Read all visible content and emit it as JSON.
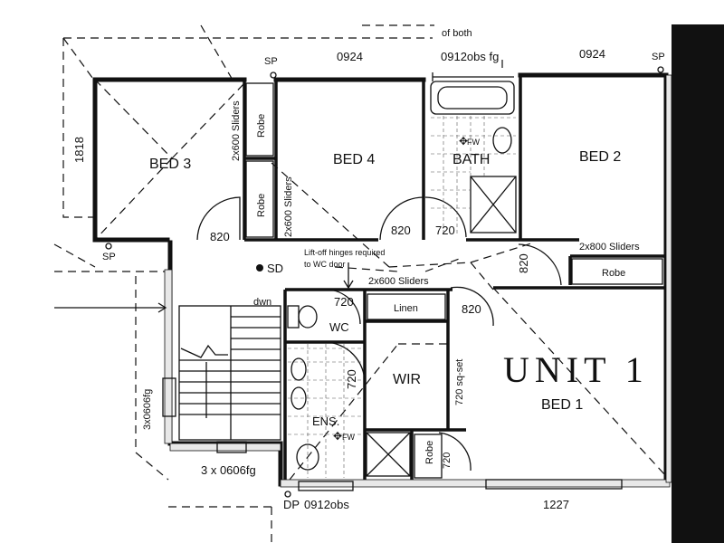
{
  "header_note": "of both",
  "dimensions": {
    "top_left": "0924",
    "top_bath": "0912obs fg",
    "top_right": "0924",
    "left_side": "1818",
    "window_left": "3x0606fg",
    "window_bottom_left": "3 x 0606fg",
    "bottom_door": "0912obs",
    "bottom_right": "1227",
    "door_bed3": "820",
    "door_bed4": "820",
    "door_bath": "720",
    "door_bed2": "820",
    "door_wc": "720",
    "door_bed1": "820",
    "door_ens": "720",
    "door_robe": "720",
    "wir_set": "720 sq-set"
  },
  "rooms": {
    "bed3": "BED 3",
    "bed4": "BED 4",
    "bath": "BATH",
    "bed2": "BED 2",
    "unit": "UNIT 1",
    "bed1": "BED 1",
    "wir": "WIR",
    "wc": "WC",
    "ens": "ENS.",
    "linen": "Linen"
  },
  "labels": {
    "robe_a": "Robe",
    "robe_b": "Robe",
    "robe_bed2": "Robe",
    "robe_ens": "Robe",
    "sliders_bed3": "2x600 Sliders",
    "sliders_bed4": "2x600 Sliders",
    "sliders_bed2": "2x800 Sliders",
    "sliders_linen": "2x600 Sliders",
    "note_line1": "Lift-off hinges required",
    "note_line2": "to WC door",
    "sd": "SD",
    "dwn": "dwn",
    "sp_top": "SP",
    "sp_right": "SP",
    "sp_left": "SP",
    "dp": "DP",
    "fw_bath": "FW",
    "fw_ens": "FW"
  }
}
